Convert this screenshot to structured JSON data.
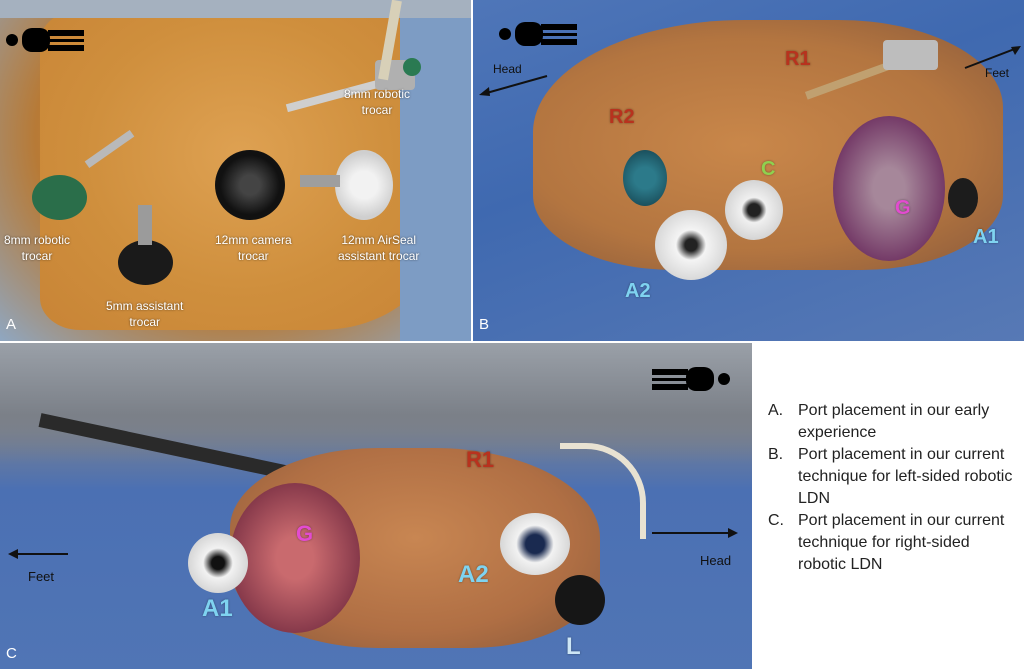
{
  "panels": {
    "a": {
      "letter": "A",
      "labels": {
        "trocar_8mm_left": "8mm robotic\ntrocar",
        "trocar_5mm": "5mm assistant\ntrocar",
        "camera_12mm": "12mm camera\ntrocar",
        "airseal_12mm": "12mm AirSeal\nassistant trocar",
        "trocar_8mm_top": "8mm robotic\ntrocar"
      }
    },
    "b": {
      "letter": "B",
      "labels": {
        "head": "Head",
        "feet": "Feet",
        "r1": "R1",
        "r2": "R2",
        "c": "C",
        "g": "G",
        "a1": "A1",
        "a2": "A2"
      }
    },
    "c": {
      "letter": "C",
      "labels": {
        "r1": "R1",
        "g": "G",
        "a1": "A1",
        "a2": "A2",
        "l": "L",
        "feet": "Feet",
        "head": "Head"
      }
    }
  },
  "legend": [
    {
      "letter": "A.",
      "text": "Port placement in our early experience"
    },
    {
      "letter": "B.",
      "text": "Port placement in our current technique for left-sided robotic LDN"
    },
    {
      "letter": "C.",
      "text": "Port placement in our current technique for right-sided robotic LDN"
    }
  ],
  "colors": {
    "r_label": "#b8321e",
    "c_label": "#8fd14f",
    "g_label": "#e34bd0",
    "a_label": "#7fd3f0",
    "l_label": "#cde6f5"
  }
}
